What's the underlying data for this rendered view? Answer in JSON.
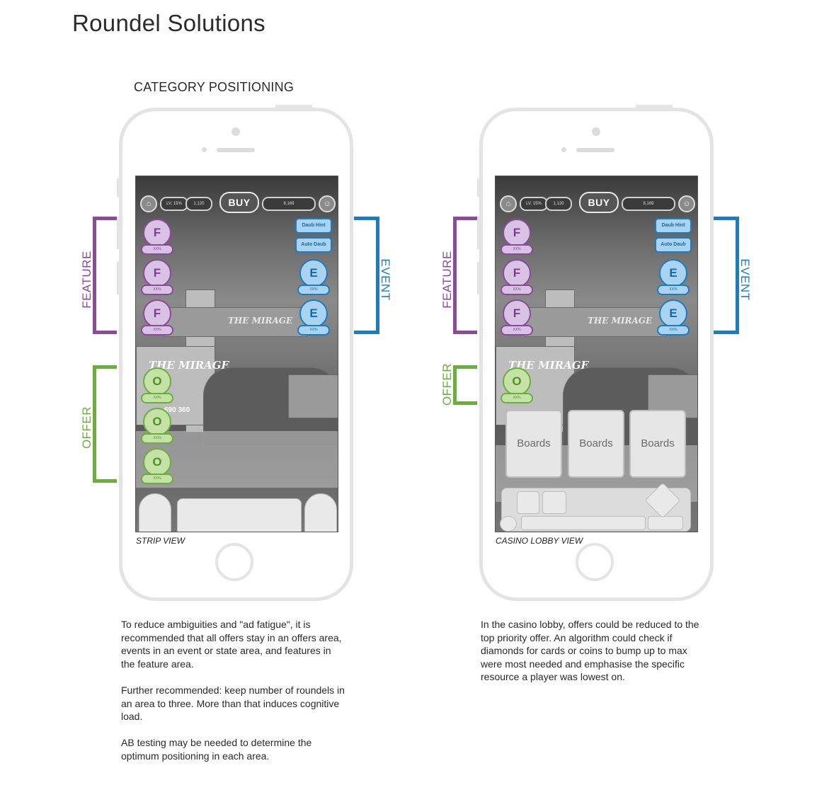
{
  "page": {
    "title": "Roundel Solutions",
    "subtitle": "CATEGORY POSITIONING"
  },
  "colors": {
    "feature": "#8b4a9c",
    "event": "#1b7cc0",
    "offer": "#6aaf3c"
  },
  "labels": {
    "feature": "FEATURE",
    "event": "EVENT",
    "offer": "OFFER"
  },
  "game_ui": {
    "buy_label": "BUY",
    "level_pill": "LV. 15%",
    "coins_pill": "1,120",
    "diamonds_pill": "8,169",
    "home_icon": "house-icon",
    "avatar_icon": "avatar-icon",
    "sign_text": "THE MIRAGE",
    "score_text": "690 360"
  },
  "roundels": {
    "feature_letter": "F",
    "event_letter": "E",
    "offer_letter": "O",
    "sub_label": "XX%"
  },
  "event_buttons": {
    "daub_hint": "Daub Hint",
    "auto_daub": "Auto Daub"
  },
  "lobby": {
    "boards": [
      "Boards",
      "Boards",
      "Boards"
    ]
  },
  "views": {
    "strip": "STRIP VIEW",
    "lobby": "CASINO LOBBY VIEW"
  },
  "descriptions": {
    "strip": [
      "To reduce ambiguities and \"ad fatigue\", it is recommended that all offers stay in an offers area, events in an event or state area, and features in the feature area.",
      "Further recommended: keep number of roundels in an area to three. More than that induces cognitive load.",
      "AB testing may be needed to determine the optimum positioning in each area."
    ],
    "lobby": [
      "In the casino lobby, offers could be reduced to the top priority offer. An algorithm could check if diamonds for cards or coins to bump up to max were most needed and emphasise the specific resource a player was lowest on."
    ]
  }
}
